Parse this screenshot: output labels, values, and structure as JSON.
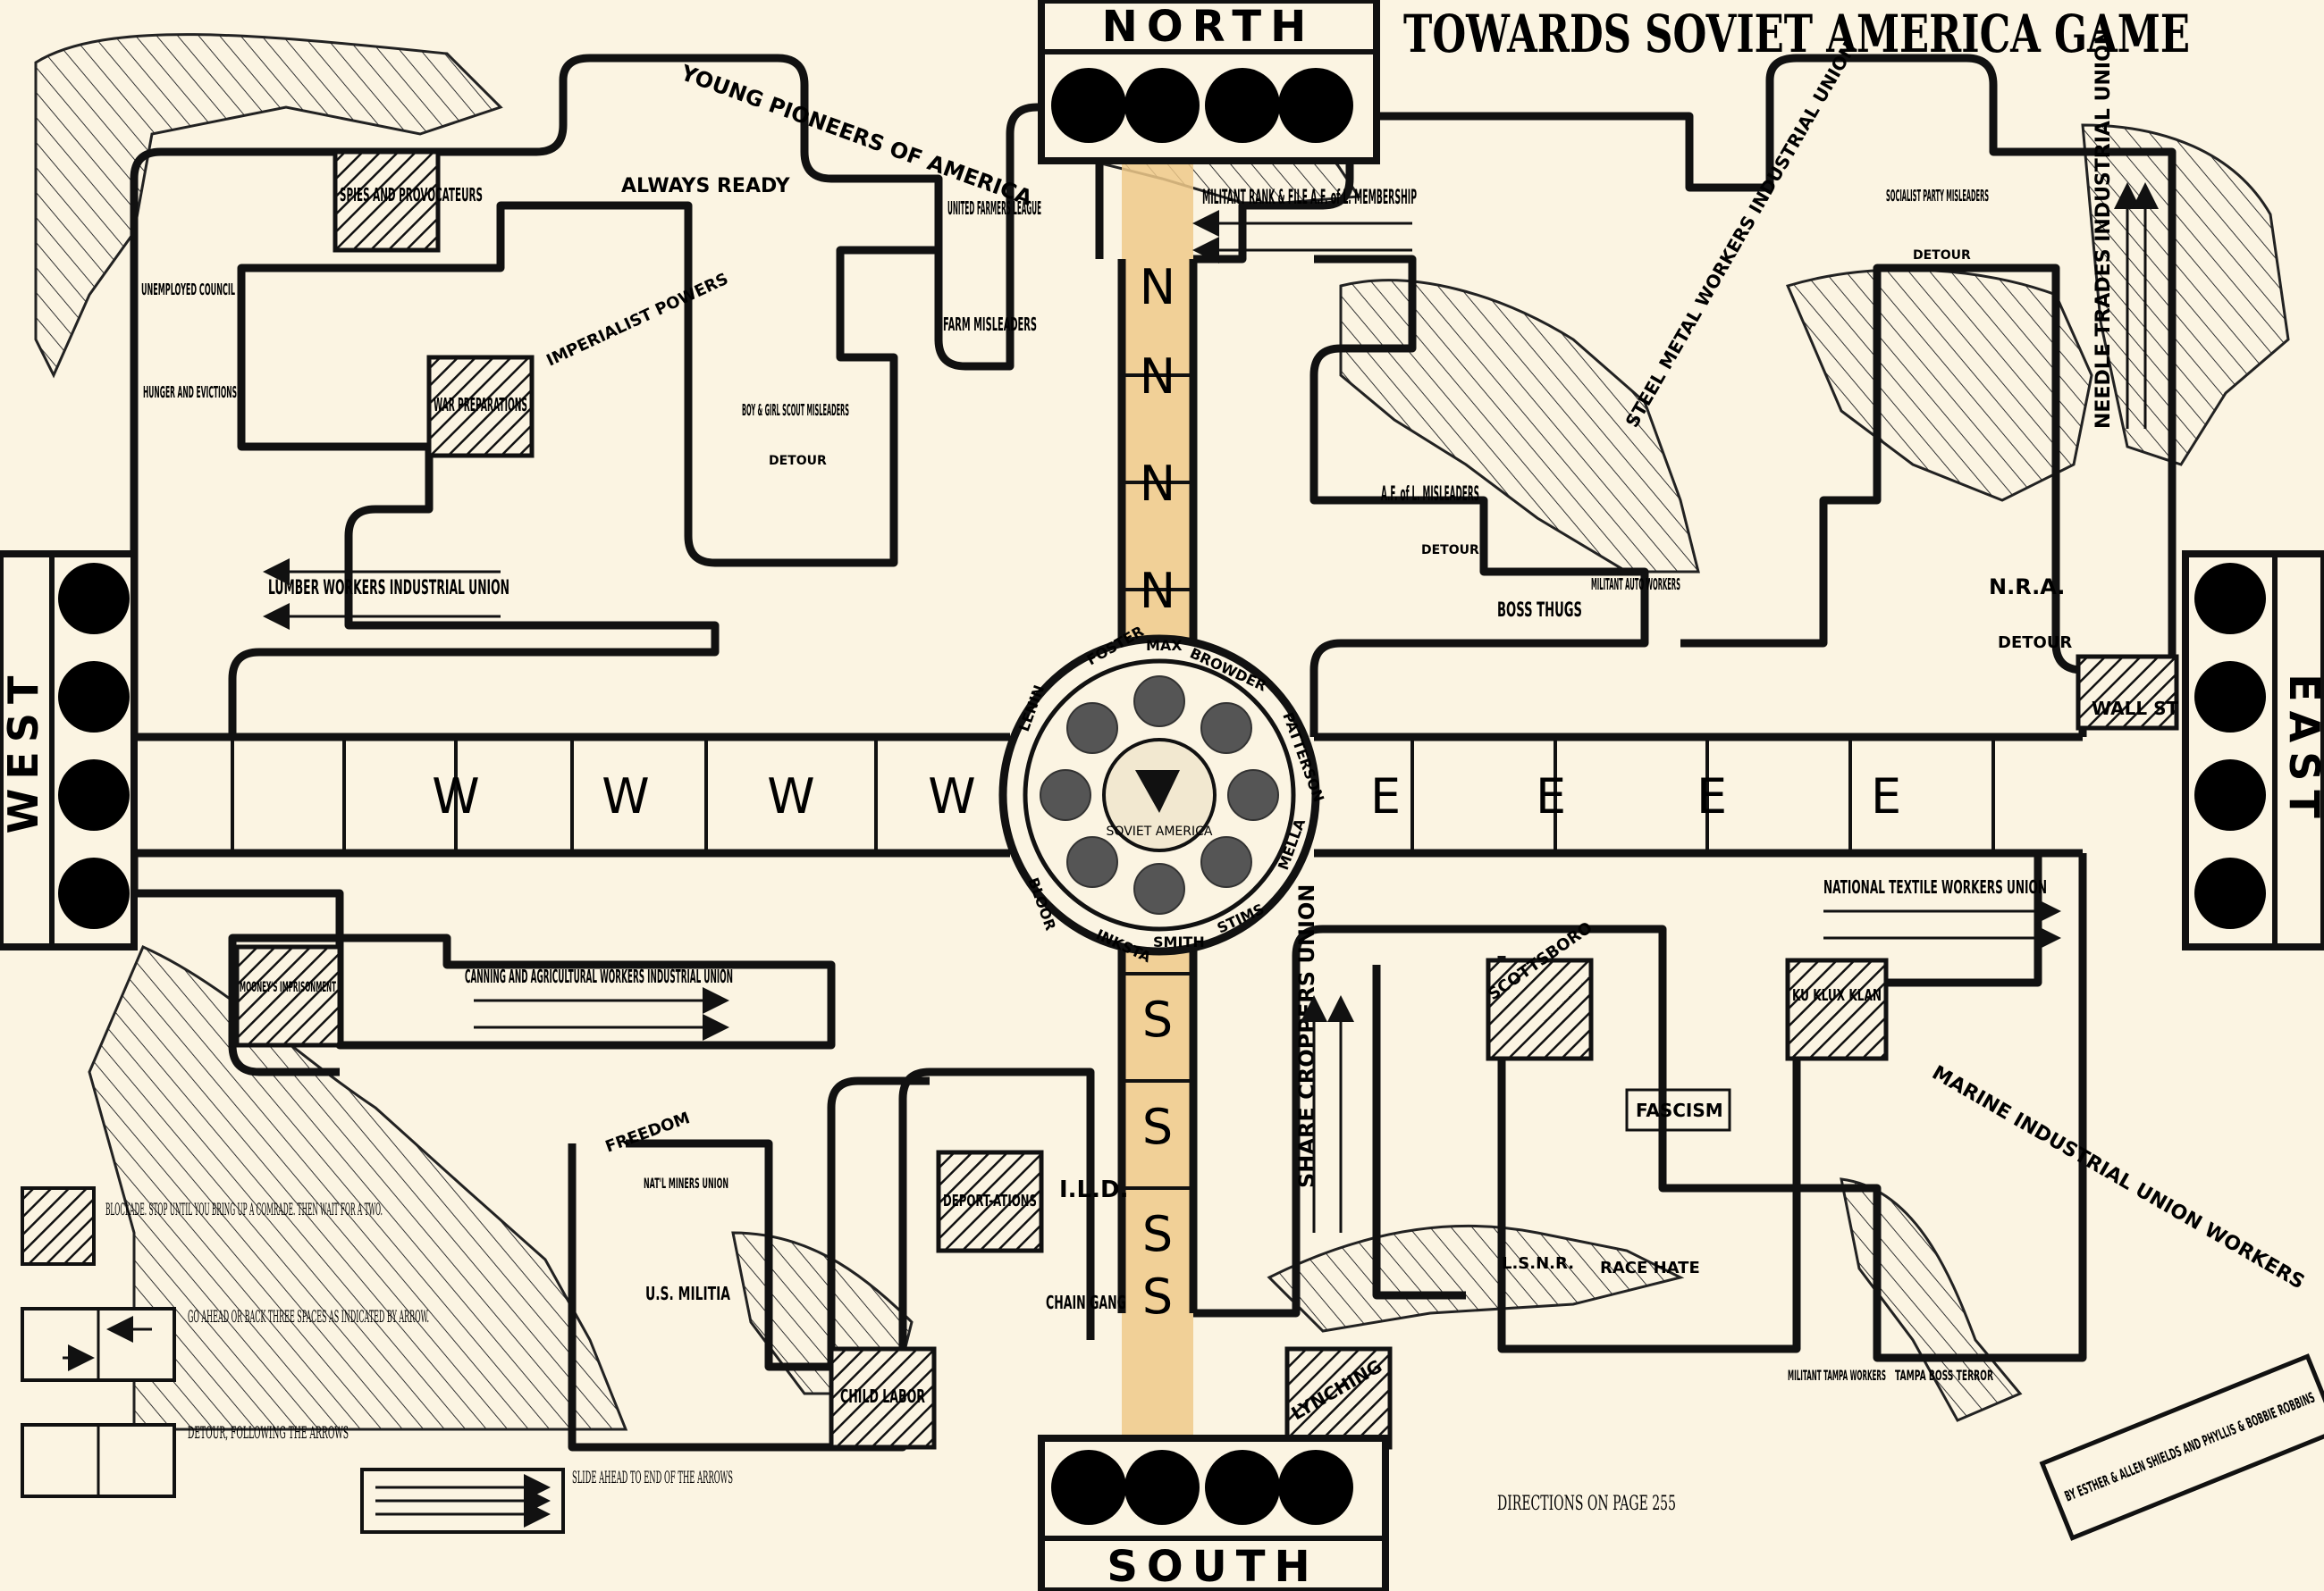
{
  "title": "TOWARDS SOVIET AMERICA GAME",
  "directions": {
    "north": "NORTH",
    "south": "SOUTH",
    "west": "WEST",
    "east": "EAST"
  },
  "lanes": {
    "west_letter": "W",
    "east_letter": "E",
    "north_letter": "N",
    "south_letter": "S"
  },
  "center": {
    "ring_names": [
      "FOSTER",
      "MAX",
      "BROWDER",
      "PATTERSON",
      "MELLA",
      "STIMS",
      "SMITH",
      "INKSTA",
      "BLOOR",
      "LENIN"
    ],
    "core_text": "SOVIET AMERICA"
  },
  "squares": {
    "young_pioneers": "YOUNG PIONEERS OF AMERICA",
    "spies": "SPIES AND PROVOCATEURS",
    "always_ready": "ALWAYS READY",
    "unemployed": "UNEMPLOYED COUNCIL",
    "hunger": "HUNGER AND EVICTIONS",
    "war_prep": "WAR PREPARATIONS",
    "imperialist": "IMPERIALIST POWERS",
    "boy_girl": "BOY & GIRL SCOUT MISLEADERS",
    "detour": "DETOUR",
    "united_farmers": "UNITED FARMERS LEAGUE",
    "farm_misleaders": "FARM MISLEADERS",
    "lumber": "LUMBER WORKERS INDUSTRIAL UNION",
    "militant_rank": "MILITANT RANK & FILE A.F. of L. MEMBERSHIP",
    "afl_misleaders": "A.F. of L. MISLEADERS",
    "boss_thugs": "BOSS THUGS",
    "militant_auto": "MILITANT AUTO WORKERS",
    "steel_metal": "STEEL METAL WORKERS INDUSTRIAL UNION",
    "socialist": "SOCIALIST PARTY MISLEADERS",
    "needle": "NEEDLE TRADES INDUSTRIAL UNION",
    "nra": "N.R.A.",
    "wall_st": "WALL ST",
    "mooneys": "MOONEY'S IMPRISONMENT",
    "canning": "CANNING AND AGRICULTURAL WORKERS INDUSTRIAL UNION",
    "freedom": "FREEDOM",
    "natl_miners": "NAT'L MINERS UNION",
    "us_militia": "U.S. MILITIA",
    "deportations": "DEPORT-ATIONS",
    "ild": "I.L.D.",
    "chain_gang": "CHAIN GANG",
    "child_labor": "CHILD LABOR",
    "lynching": "LYNCHING",
    "share_croppers": "SHARE CROPPERS UNION",
    "scottsboro": "SCOTTSBORO",
    "fascism": "FASCISM",
    "lsnr": "L.S.N.R.",
    "race_hate": "RACE HATE",
    "textile": "NATIONAL TEXTILE WORKERS UNION",
    "kkk": "KU KLUX KLAN",
    "marine": "MARINE INDUSTRIAL UNION WORKERS",
    "militant_tampa": "MILITANT TAMPA WORKERS",
    "tampa_boss": "TAMPA BOSS TERROR"
  },
  "legend": {
    "blockade": "BLOCKADE. STOP UNTIL YOU BRING UP A COMRADE. THEN WAIT FOR A TWO.",
    "arrow": "GO AHEAD OR BACK THREE SPACES AS INDICATED BY ARROW.",
    "detour": "DETOUR, FOLLOWING THE ARROWS",
    "slide": "SLIDE AHEAD TO END OF THE ARROWS"
  },
  "footer": {
    "directions": "DIRECTIONS ON PAGE 255",
    "credit": "BY ESTHER & ALLEN SHIELDS AND PHYLLIS & BOBBIE ROBBINS"
  },
  "colors": {
    "paper": "#fbf4e2",
    "ink": "#111111",
    "gutter": "#efc98a",
    "hatch": "#222222"
  }
}
